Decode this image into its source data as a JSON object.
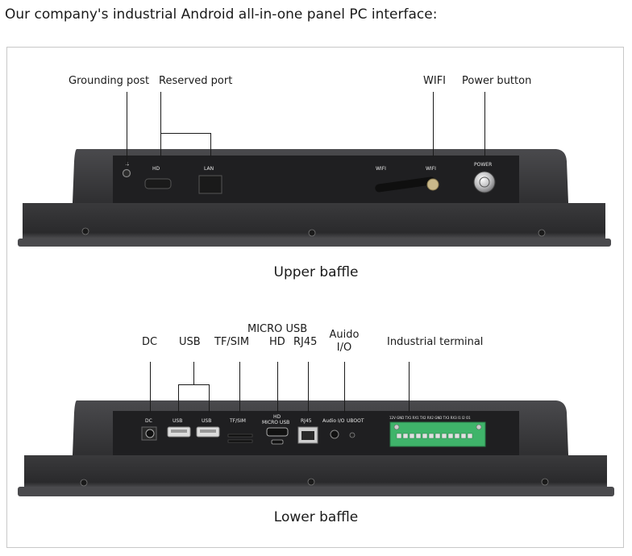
{
  "title": "Our company's industrial Android all-in-one panel PC interface:",
  "upper": {
    "labels": {
      "grounding": "Grounding post",
      "reserved": "Reserved port",
      "wifi": "WIFI",
      "power": "Power button"
    },
    "panel_text": {
      "hd": "HD",
      "lan": "LAN",
      "wifi1": "WIFI",
      "wifi2": "WIFI",
      "power": "POWER"
    },
    "caption": "Upper baffle"
  },
  "lower": {
    "labels": {
      "dc": "DC",
      "usb": "USB",
      "tfsim": "TF/SIM",
      "microusb": "MICRO USB",
      "hd": "HD",
      "rj45": "RJ45",
      "audio1": "Auido",
      "audio2": "I/O",
      "terminal": "Industrial terminal"
    },
    "panel_text": {
      "dc": "DC",
      "usb1": "USB",
      "usb2": "USB",
      "tfsim": "TF/SIM",
      "hd": "HD",
      "microusb": "MICRO USB",
      "rj45": "RJ45",
      "audio": "Audio I/O",
      "uboot": "UBOOT",
      "terminal_pins": "12V GND TX1 RX1 TX2 RX2 GND TX3 RX3 I1 I2 O1"
    },
    "caption": "Lower baffle"
  },
  "colors": {
    "housing": "#3b3b3d",
    "panel": "#1f1f21",
    "terminal": "#3fb46a"
  }
}
